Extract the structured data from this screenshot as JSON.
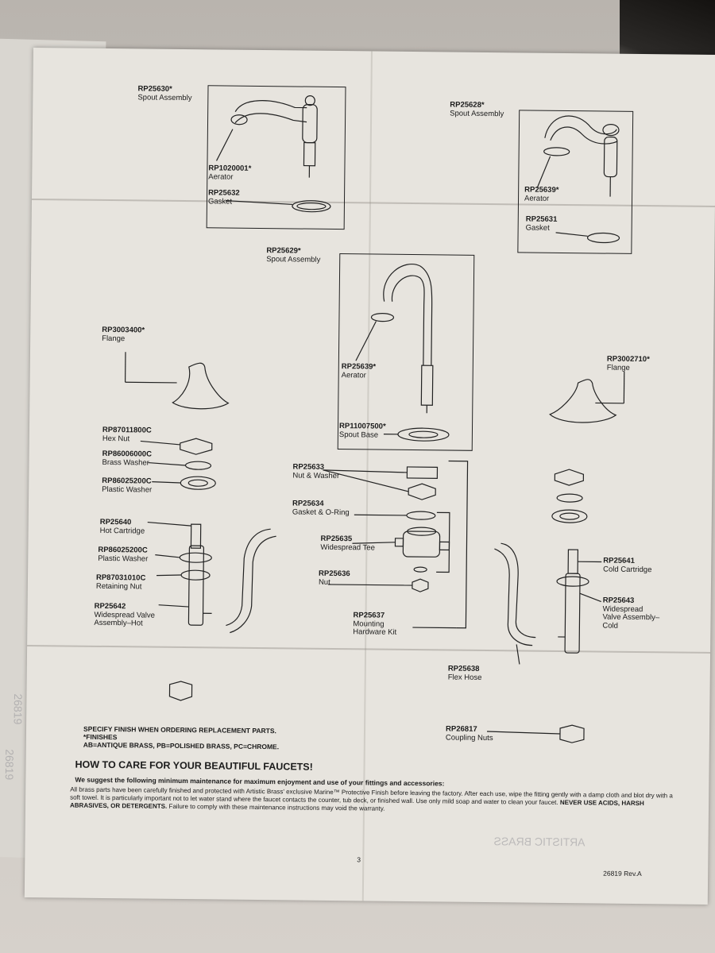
{
  "parts": {
    "rp25630": {
      "code": "RP25630*",
      "name": "Spout Assembly"
    },
    "rp1020001": {
      "code": "RP1020001*",
      "name": "Aerator"
    },
    "rp25632": {
      "code": "RP25632",
      "name": "Gasket"
    },
    "rp25628": {
      "code": "RP25628*",
      "name": "Spout Assembly"
    },
    "rp25639a": {
      "code": "RP25639*",
      "name": "Aerator"
    },
    "rp25631": {
      "code": "RP25631",
      "name": "Gasket"
    },
    "rp25629": {
      "code": "RP25629*",
      "name": "Spout Assembly"
    },
    "rp25639b": {
      "code": "RP25639*",
      "name": "Aerator"
    },
    "rp11007500": {
      "code": "RP11007500*",
      "name": "Spout Base"
    },
    "rp3003400": {
      "code": "RP3003400*",
      "name": "Flange"
    },
    "rp3002710": {
      "code": "RP3002710*",
      "name": "Flange"
    },
    "rp87011800c": {
      "code": "RP87011800C",
      "name": "Hex Nut"
    },
    "rp86006000c": {
      "code": "RP86006000C",
      "name": "Brass Washer"
    },
    "rp86025200c_a": {
      "code": "RP86025200C",
      "name": "Plastic Washer"
    },
    "rp25640": {
      "code": "RP25640",
      "name": "Hot Cartridge"
    },
    "rp86025200c_b": {
      "code": "RP86025200C",
      "name": "Plastic Washer"
    },
    "rp87031010c": {
      "code": "RP87031010C",
      "name": "Retaining Nut"
    },
    "rp25642": {
      "code": "RP25642",
      "name1": "Widespread Valve",
      "name2": "Assembly–Hot"
    },
    "rp25633": {
      "code": "RP25633",
      "name": "Nut & Washer"
    },
    "rp25634": {
      "code": "RP25634",
      "name": "Gasket & O-Ring"
    },
    "rp25635": {
      "code": "RP25635",
      "name": "Widespread Tee"
    },
    "rp25636": {
      "code": "RP25636",
      "name": "Nut"
    },
    "rp25637": {
      "code": "RP25637",
      "name1": "Mounting",
      "name2": "Hardware Kit"
    },
    "rp25641": {
      "code": "RP25641",
      "name": "Cold Cartridge"
    },
    "rp25643": {
      "code": "RP25643",
      "name1": "Widespread",
      "name2": "Valve Assembly–",
      "name3": "Cold"
    },
    "rp25638": {
      "code": "RP25638",
      "name": "Flex Hose"
    },
    "rp26817": {
      "code": "RP26817",
      "name": "Coupling Nuts"
    }
  },
  "footer": {
    "specify": "SPECIFY FINISH WHEN ORDERING REPLACEMENT PARTS.",
    "finishes": "*FINISHES",
    "finish_codes": "AB=ANTIQUE BRASS, PB=POLISHED BRASS, PC=CHROME.",
    "howto_title": "HOW TO CARE FOR YOUR BEAUTIFUL FAUCETS!",
    "maint_lead": "We suggest the following minimum maintenance for maximum enjoyment and use of your fittings and accessories:",
    "maint_p1": "All brass parts have been carefully finished and protected with Artistic Brass' exclusive Marine™ Protective Finish before leaving the factory. After each use, wipe the fitting gently with a damp cloth and blot dry with a soft towel. It is particularly important not to let water stand where the faucet contacts the counter, tub deck, or finished wall.",
    "maint_p2_start": "Use only mild soap and water to clean your faucet. ",
    "maint_p2_warn": "NEVER USE ACIDS, HARSH ABRASIVES, OR DETERGENTS.",
    "maint_p2_end": " Failure to comply with these maintenance instructions may void the warranty.",
    "page_number": "3",
    "doc_number": "26819  Rev.A"
  },
  "show_through": {
    "brand_mirror": "ARTISTIC BRASS",
    "left_num_1": "26819",
    "left_num_2": "26819"
  }
}
